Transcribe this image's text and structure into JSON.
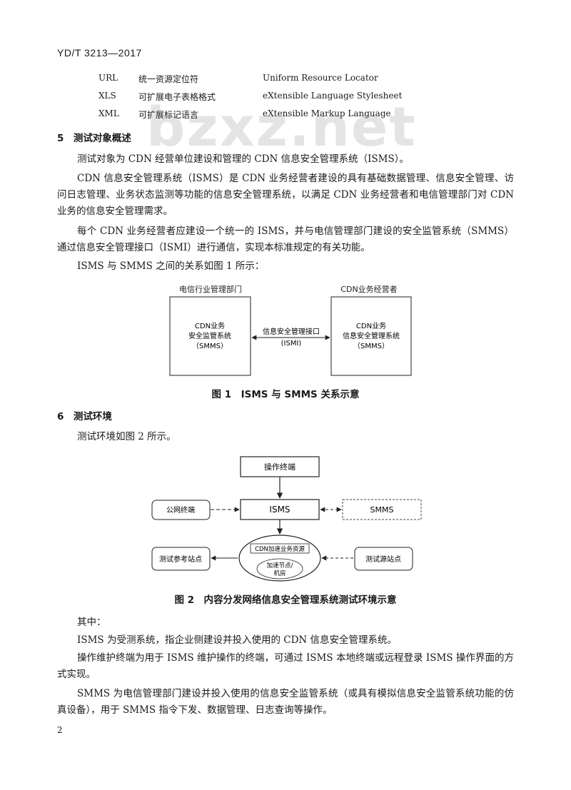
{
  "header": {
    "standard_no": "YD/T 3213—2017"
  },
  "watermark": "bzxz.net",
  "abbreviations": [
    {
      "abbr": "URL",
      "cn": "统一资源定位符",
      "en": "Uniform Resource Locator"
    },
    {
      "abbr": "XLS",
      "cn": "可扩展电子表格格式",
      "en": "eXtensible Language Stylesheet"
    },
    {
      "abbr": "XML",
      "cn": "可扩展标记语言",
      "en": "eXtensible Markup Language"
    }
  ],
  "section5": {
    "title": "5　测试对象概述",
    "paragraphs": [
      "测试对象为 CDN 经营单位建设和管理的 CDN 信息安全管理系统（ISMS）。",
      "CDN 信息安全管理系统（ISMS）是 CDN 业务经营者建设的具有基础数据管理、信息安全管理、访问日志管理、业务状态监测等功能的信息安全管理系统，以满足 CDN 业务经营者和电信管理部门对 CDN 业务的信息安全管理需求。",
      "每个 CDN 业务经营者应建设一个统一的 ISMS，并与电信管理部门建设的安全监管系统（SMMS）通过信息安全管理接口（ISMI）进行通信，实现本标准规定的有关功能。",
      "ISMS 与 SMMS 之间的关系如图 1 所示："
    ]
  },
  "figure1": {
    "left_title": "电信行业管理部门",
    "right_title": "CDN业务经营者",
    "left_box": [
      "CDN业务",
      "安全监管系统",
      "（SMMS）"
    ],
    "right_box": [
      "CDN业务",
      "信息安全管理系统",
      "（SMMS）"
    ],
    "link_label": [
      "信息安全管理接口",
      "(ISMI)"
    ],
    "caption": "图 1　ISMS 与 SMMS 关系示意"
  },
  "section6": {
    "title": "6　测试环境",
    "intro": "测试环境如图 2 所示。"
  },
  "figure2": {
    "operator": "操作终端",
    "public": "公网终端",
    "isms": "ISMS",
    "smms": "SMMS",
    "ref_site": "测试参考站点",
    "src_site": "测试源站点",
    "cdn_res": "CDN加速业务资源",
    "node": [
      "加速节点/",
      "机房"
    ],
    "caption": "图 2　内容分发网络信息安全管理系统测试环境示意"
  },
  "notes": [
    {
      "text": "其中：",
      "indent": true
    },
    {
      "text": "ISMS 为受测系统，指企业侧建设并投入使用的 CDN 信息安全管理系统。",
      "indent": true
    },
    {
      "text": "操作维护终端为用于 ISMS 维护操作的终端，可通过 ISMS 本地终端或远程登录 ISMS 操作界面的方式实现。",
      "indent": true
    },
    {
      "text": "SMMS 为电信管理部门建设并投入使用的信息安全监管系统（或具有模拟信息安全监管系统功能的仿真设备），用于 SMMS 指令下发、数据管理、日志查询等操作。",
      "indent": true
    }
  ],
  "page_number": "2"
}
